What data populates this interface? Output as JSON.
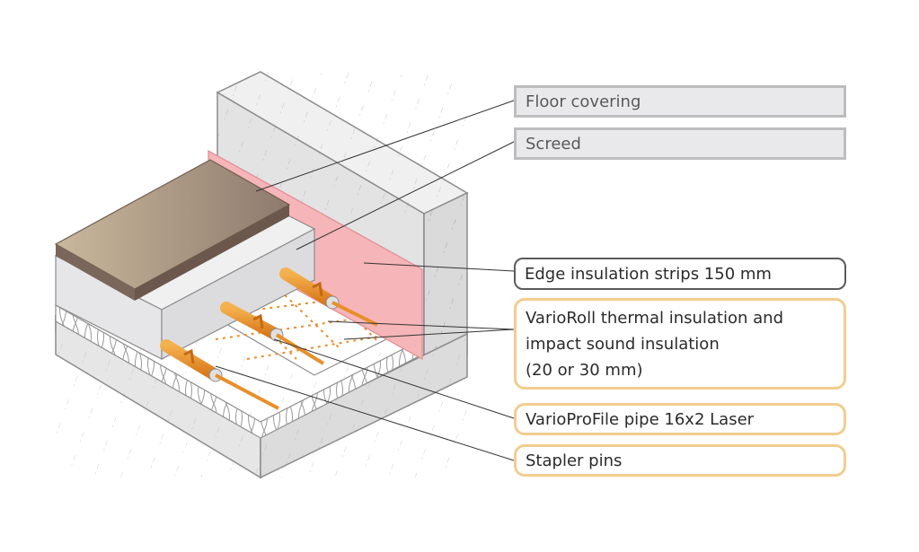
{
  "labels": {
    "floor_covering": "Floor covering",
    "screed": "Screed",
    "edge_insulation": "Edge insulation strips 150 mm",
    "varioroll_line1": "VarioRoll thermal insulation and",
    "varioroll_line2": "impact sound insulation",
    "varioroll_line3": "(20 or 30 mm)",
    "pipe": "VarioProFile pipe 16x2 Laser",
    "stapler": "Stapler pins"
  },
  "colors": {
    "floor_covering": "#a99580",
    "screed": "#e2e2e4",
    "edge_insulation": "#f6b5b8",
    "pipe": "#e98f2a",
    "label_accent": "#f1cd8f",
    "label_grey": "#bdbdbd",
    "label_dark": "#5b5b5b"
  }
}
